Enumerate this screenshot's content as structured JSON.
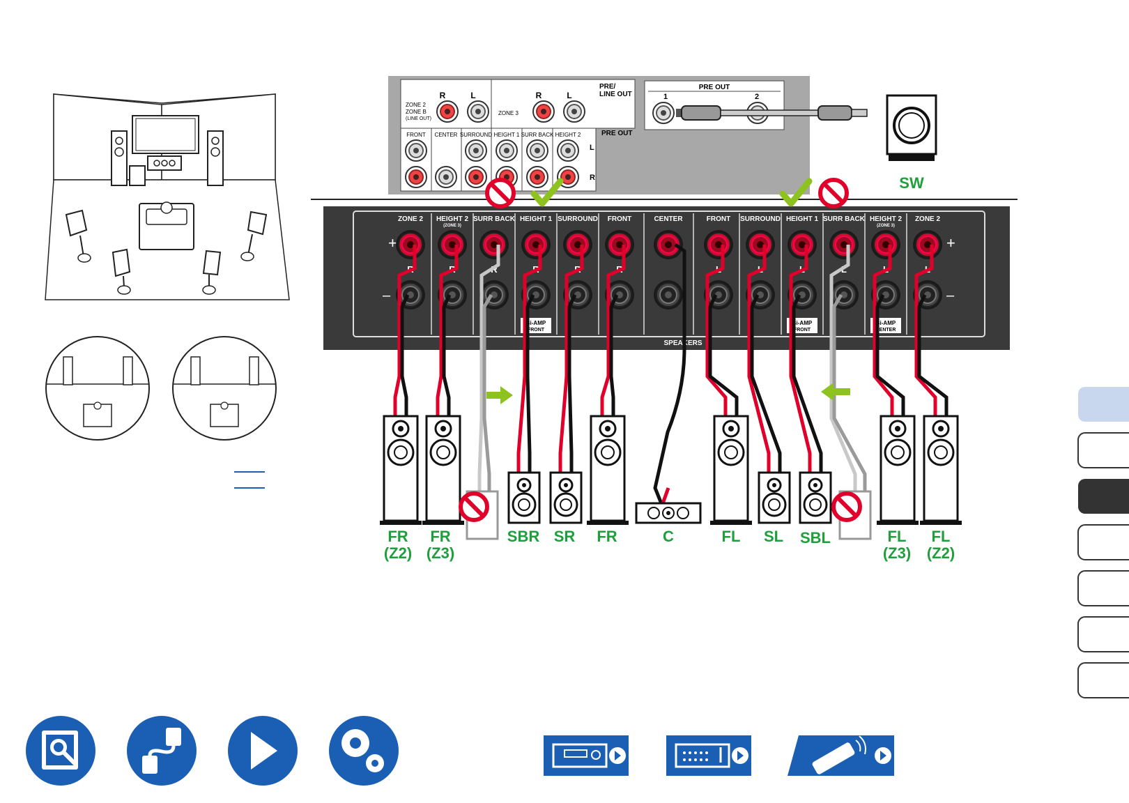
{
  "colors": {
    "green": "#1e9f3c",
    "check": "#8dc21f",
    "red": "#e0002a",
    "blue": "#1a5fb4",
    "panel": "#3a3a3a",
    "grey": "#a8a8a8",
    "tab": "#e8e8e8",
    "tabActive": "#333333",
    "tabLight": "#c9d7ee"
  },
  "preout": {
    "title": "PRE OUT",
    "n1": "1",
    "n2": "2",
    "sw": "SW"
  },
  "top_panel": {
    "preline": "PRE/",
    "lineout": "LINE OUT",
    "zone2": "ZONE 2",
    "zoneb": "ZONE B",
    "lineout_p": "(LINE OUT)",
    "zone3": "ZONE 3",
    "R": "R",
    "L": "L",
    "preout": "PRE OUT",
    "cols": [
      "FRONT",
      "CENTER",
      "SURROUND",
      "HEIGHT 1",
      "SURR BACK",
      "HEIGHT 2"
    ]
  },
  "terminals": {
    "headers": [
      "ZONE 2",
      "HEIGHT 2",
      "SURR BACK",
      "HEIGHT 1",
      "SURROUND",
      "FRONT",
      "CENTER",
      "FRONT",
      "SURROUND",
      "HEIGHT 1",
      "SURR BACK",
      "HEIGHT 2",
      "ZONE 2"
    ],
    "subheaders": [
      "",
      "(ZONE 3)",
      "",
      "",
      "",
      "",
      "",
      "",
      "",
      "",
      "",
      "(ZONE 3)",
      ""
    ],
    "channels": [
      "R",
      "R",
      "R",
      "R",
      "R",
      "R",
      "",
      "L",
      "L",
      "L",
      "L",
      "L",
      "L"
    ],
    "biamp": "Bi-AMP",
    "biamp_front": "FRONT",
    "biamp_center": "CENTER",
    "speakers_label": "SPEAKERS",
    "plus": "+",
    "minus": "–"
  },
  "speakers": {
    "fr_z2": "FR",
    "z2": "(Z2)",
    "fr_z3": "FR",
    "z3": "(Z3)",
    "sbr": "SBR",
    "sr": "SR",
    "fr": "FR",
    "c": "C",
    "fl": "FL",
    "sl": "SL",
    "sbl": "SBL",
    "fl_z3": "FL",
    "fl_z2": "FL"
  },
  "side_tabs": [
    "",
    "",
    "",
    "",
    "",
    "",
    ""
  ],
  "nav_icons": [
    "book-icon",
    "cable-icon",
    "play-icon",
    "settings-icon"
  ],
  "device_icons": [
    "receiver-front-icon",
    "receiver-rear-icon",
    "remote-icon"
  ]
}
